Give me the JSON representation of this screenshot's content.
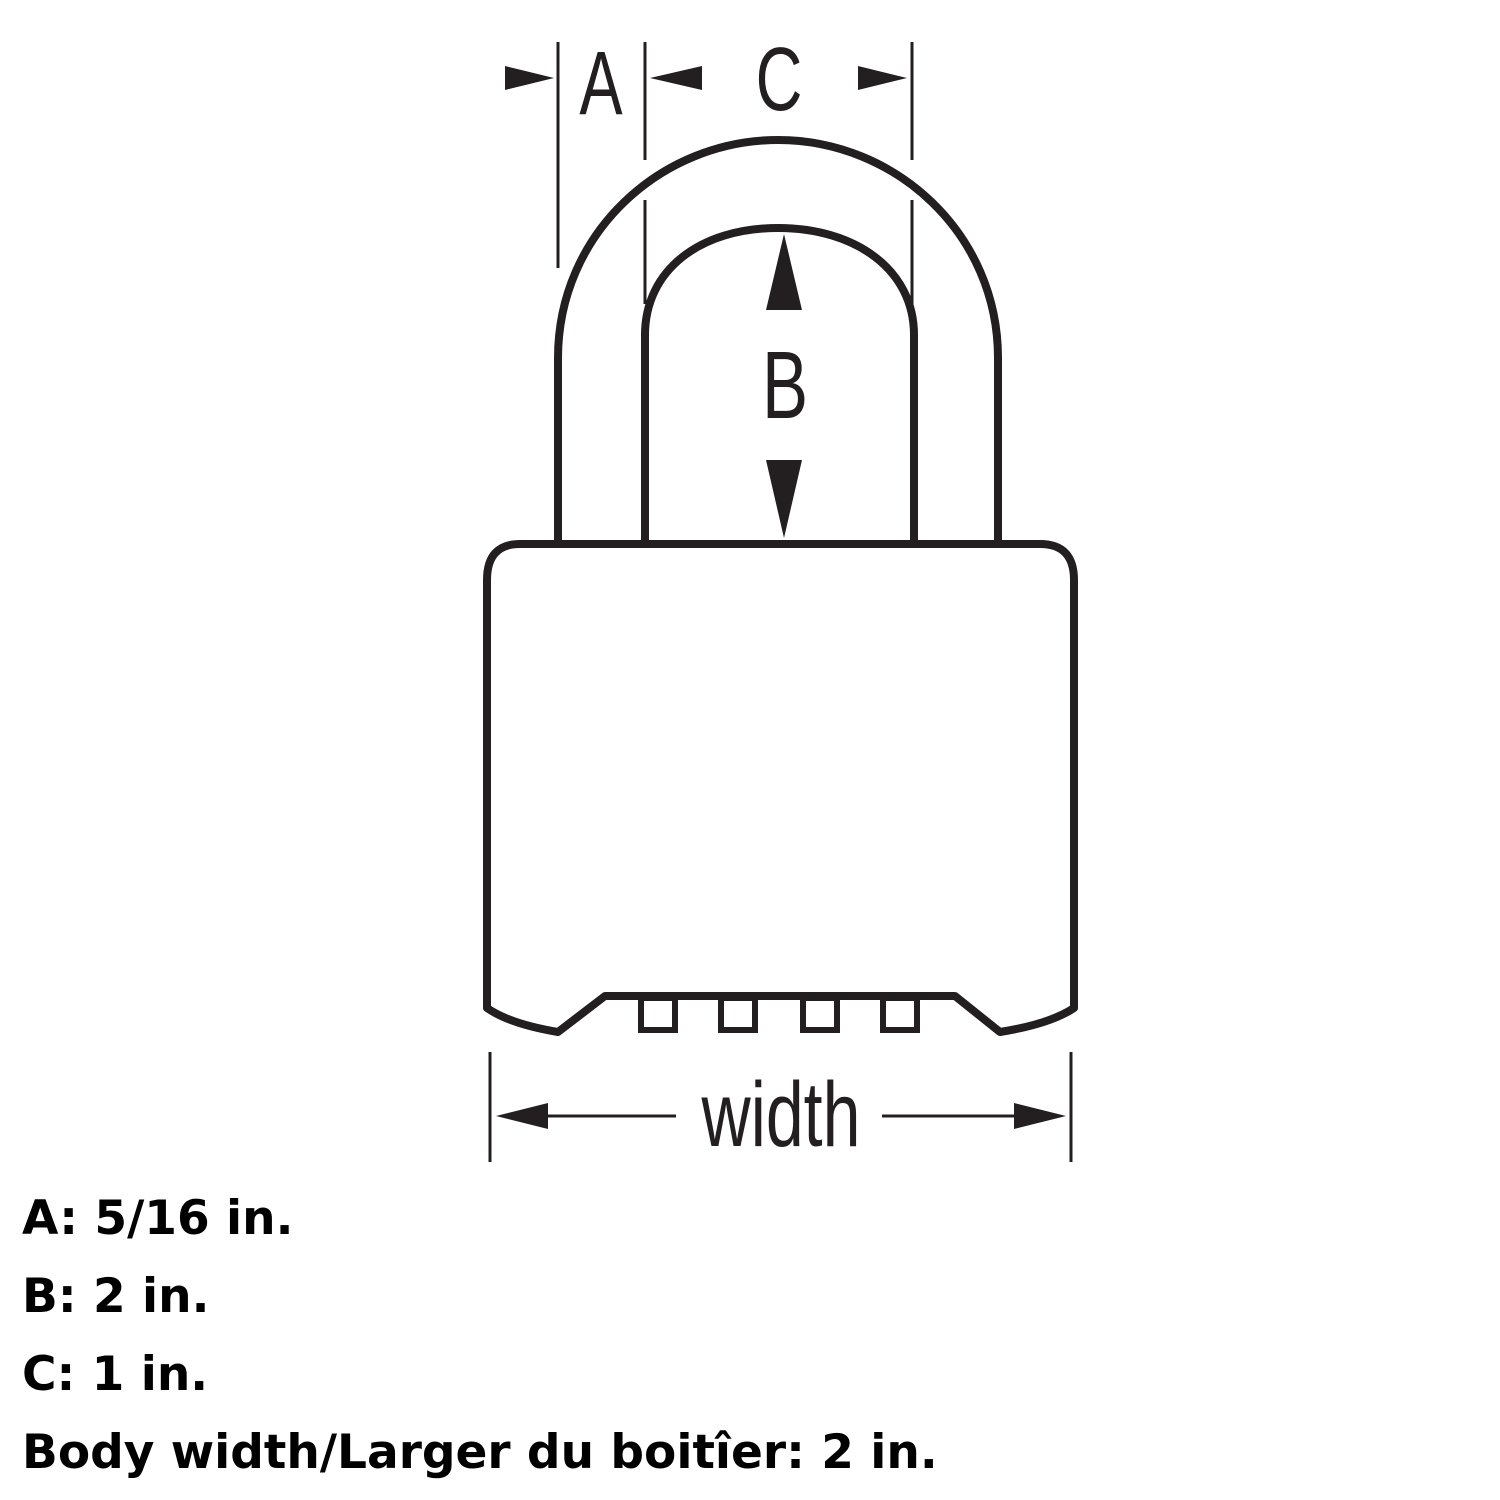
{
  "diagram": {
    "labels": {
      "a": "A",
      "b": "B",
      "c": "C",
      "width": "width"
    },
    "colors": {
      "stroke": "#231f20",
      "background": "#ffffff",
      "text": "#000000"
    }
  },
  "specs": [
    "A: 5/16 in.",
    "B: 2 in.",
    "C: 1 in.",
    "Body width/Larger du boitîer: 2 in."
  ]
}
